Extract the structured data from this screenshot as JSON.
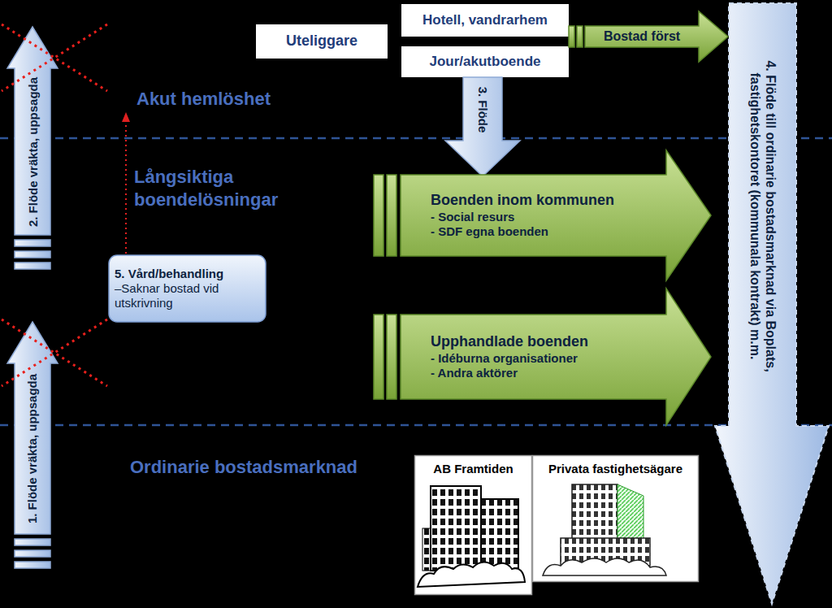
{
  "diagram": {
    "nodes": [
      {
        "text": [
          "Uteliggare"
        ]
      },
      {
        "text": [
          "Hotell, vandrarhem"
        ]
      },
      {
        "text": [
          "Jour/akutboende"
        ]
      },
      {
        "text": [
          "Bostad först"
        ]
      },
      {
        "text": [
          "4. Flöde till ordinarie bostadsmarknad via Boplats, fastighetskontoret (kommunala kontrakt) m.m."
        ]
      },
      {
        "text": [
          "2. Flöde vräkta, uppsagda"
        ]
      },
      {
        "text": [
          "3. Flöde"
        ]
      },
      {
        "text": [
          "Boenden inom kommunen",
          "- Social resurs",
          "- SDF egna boenden"
        ]
      },
      {
        "text": [
          "5. Vård/behandling",
          "–Saknar bostad vid utskrivning"
        ]
      },
      {
        "text": [
          "Upphandlade boenden",
          "- Idéburna organisationer",
          "- Andra aktörer"
        ]
      },
      {
        "text": [
          "1. Flöde vräkta, uppsagda"
        ]
      },
      {
        "text": [
          "AB Framtiden"
        ]
      },
      {
        "text": [
          "Privata fastighetsägare"
        ]
      }
    ],
    "labels": [
      "Akut hemlöshet",
      "Långsiktiga boendelösningar",
      "Ordinarie bostadsmarknad"
    ]
  }
}
